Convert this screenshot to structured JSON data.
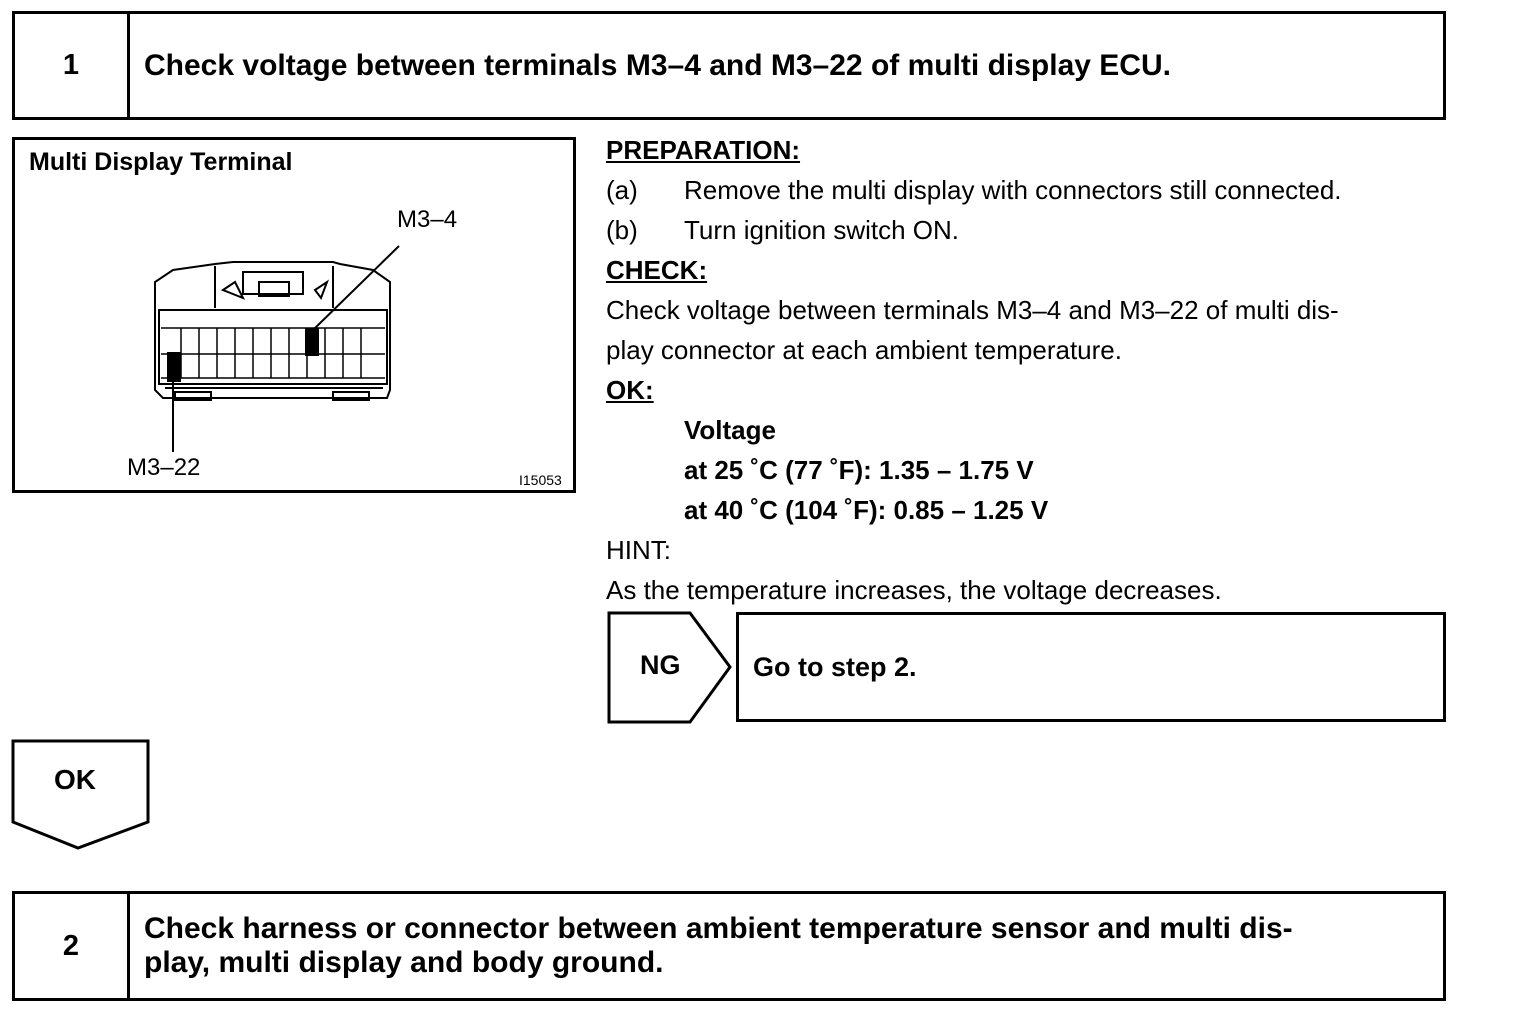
{
  "step1": {
    "number": "1",
    "title": "Check voltage between terminals M3–4 and M3–22 of multi display ECU."
  },
  "figure": {
    "title": "Multi Display Terminal",
    "label_top": "M3–4",
    "label_bottom": "M3–22",
    "code": "I15053"
  },
  "preparation": {
    "heading": "PREPARATION:",
    "items": [
      {
        "marker": "(a)",
        "text": "Remove the multi display with connectors still connected."
      },
      {
        "marker": "(b)",
        "text": "Turn ignition switch ON."
      }
    ]
  },
  "check": {
    "heading": "CHECK:",
    "line1": "Check voltage between terminals M3–4 and M3–22 of multi dis-",
    "line2": "play connector at each ambient temperature."
  },
  "ok_spec": {
    "heading": "OK:",
    "label": "Voltage",
    "rows": [
      "at 25 ˚C (77 ˚F): 1.35 – 1.75 V",
      "at 40 ˚C (104 ˚F): 0.85 – 1.25 V"
    ]
  },
  "hint": {
    "heading": "HINT:",
    "text": "As the temperature increases, the voltage decreases."
  },
  "ng_branch": {
    "label": "NG",
    "action": "Go to step 2."
  },
  "ok_branch": {
    "label": "OK"
  },
  "step2": {
    "number": "2",
    "title_line1": "Check harness or connector between ambient temperature sensor and multi dis-",
    "title_line2": "play, multi display and body ground."
  }
}
